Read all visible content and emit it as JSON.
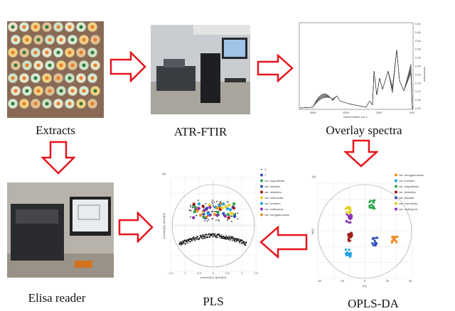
{
  "steps": {
    "extracts": "Extracts",
    "atr_ftir": "ATR-FTIR",
    "overlay": "Overlay spectra",
    "elisa": "Elisa reader",
    "pls": "PLS",
    "oplsda": "OPLS-DA"
  },
  "spectra": {
    "xlabel": "Wavenumber cm-1",
    "ylabel": "Absorbance",
    "xticks": [
      "3500",
      "2500",
      "1500",
      "500"
    ],
    "yticks": [
      "0.50",
      "0.45",
      "0.40",
      "0.35",
      "0.30",
      "0.25",
      "0.20",
      "0.15",
      "0.10",
      "0.05",
      "0.00"
    ]
  },
  "pls": {
    "panel": "(A)",
    "xlabel": "pc(corr)[1], t(corr)[1]",
    "ylabel": "pc(corr)[2], t(corr)[2]",
    "xticks": [
      "-1.5",
      "-1",
      "-0.5",
      "0",
      "0.5",
      "1",
      "1.5"
    ],
    "legend": [
      "X",
      "Y",
      "var. angustifolia",
      "var. bilobata",
      "var. deltoidea",
      "var. intermedia",
      "var. kunstleri",
      "var. motleyana",
      "var. trengganuensis"
    ]
  },
  "oplsda": {
    "panel": "(A)",
    "xlabel": "t[1]",
    "ylabel": "to[1]",
    "xticks": [
      "-40",
      "-20",
      "0",
      "20",
      "40"
    ],
    "legend": [
      "var. trengganuensis",
      "var. kunstleri",
      "var. angustifolia",
      "var. deltoidea",
      "var. bilobata",
      "var. intermedia",
      "var. motleyana"
    ]
  },
  "colors": {
    "arrow": "#e8141b",
    "angustifolia": "#2fa84f",
    "bilobata": "#2f4fb8",
    "deltoidea": "#a01c1c",
    "intermedia": "#e8d020",
    "kunstleri": "#1ea0e0",
    "motleyana": "#8a2fb8",
    "trengganuensis": "#f08a1c"
  }
}
